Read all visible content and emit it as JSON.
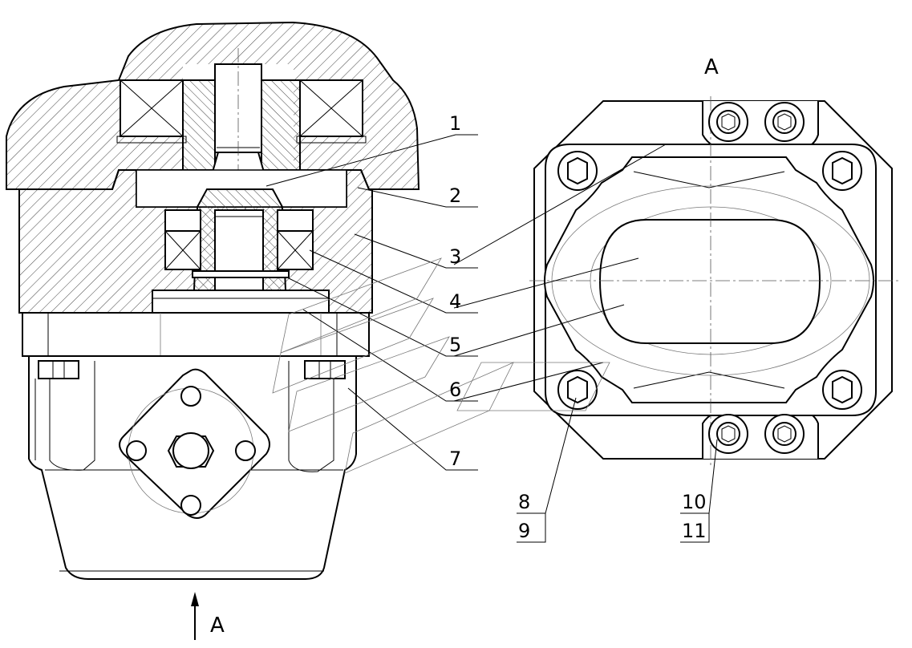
{
  "view_label": "A",
  "arrow_label": "A",
  "callouts": [
    {
      "id": "1",
      "text": "1"
    },
    {
      "id": "2",
      "text": "2"
    },
    {
      "id": "3",
      "text": "3"
    },
    {
      "id": "4",
      "text": "4"
    },
    {
      "id": "5",
      "text": "5"
    },
    {
      "id": "6",
      "text": "6"
    },
    {
      "id": "7",
      "text": "7"
    },
    {
      "id": "8",
      "text": "8"
    },
    {
      "id": "9",
      "text": "9"
    },
    {
      "id": "10",
      "text": "10"
    },
    {
      "id": "11",
      "text": "11"
    }
  ]
}
